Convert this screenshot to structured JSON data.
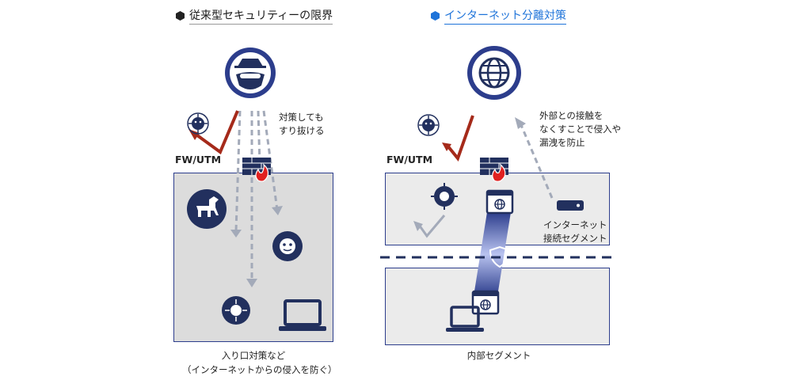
{
  "left_panel": {
    "title": "従来型セキュリティーの限界",
    "fw_label": "FW/UTM",
    "note_line1": "対策しても",
    "note_line2": "すり抜ける",
    "caption_line1": "入り口対策など",
    "caption_line2": "（インターネットからの侵入を防ぐ）"
  },
  "right_panel": {
    "title": "インターネット分離対策",
    "fw_label": "FW/UTM",
    "note_line1": "外部との接触を",
    "note_line2": "なくすことで侵入や",
    "note_line3": "漏洩を防止",
    "segment_label_line1": "インターネット",
    "segment_label_line2": "接続セグメント",
    "caption": "内部セグメント"
  },
  "colors": {
    "navy": "#22305e",
    "zone_border": "#2c3d8c",
    "link_blue": "#1e73d9",
    "check_red": "#a52a1a",
    "arrow_gray": "#a3aab9",
    "fire_red": "#e02020"
  },
  "icons": [
    "hacker-icon",
    "virus-icon",
    "trojan-horse-icon",
    "laptop-icon",
    "globe-icon",
    "firewall-icon",
    "fire-icon",
    "check-icon",
    "server-icon",
    "browser-icon",
    "shield-icon"
  ]
}
